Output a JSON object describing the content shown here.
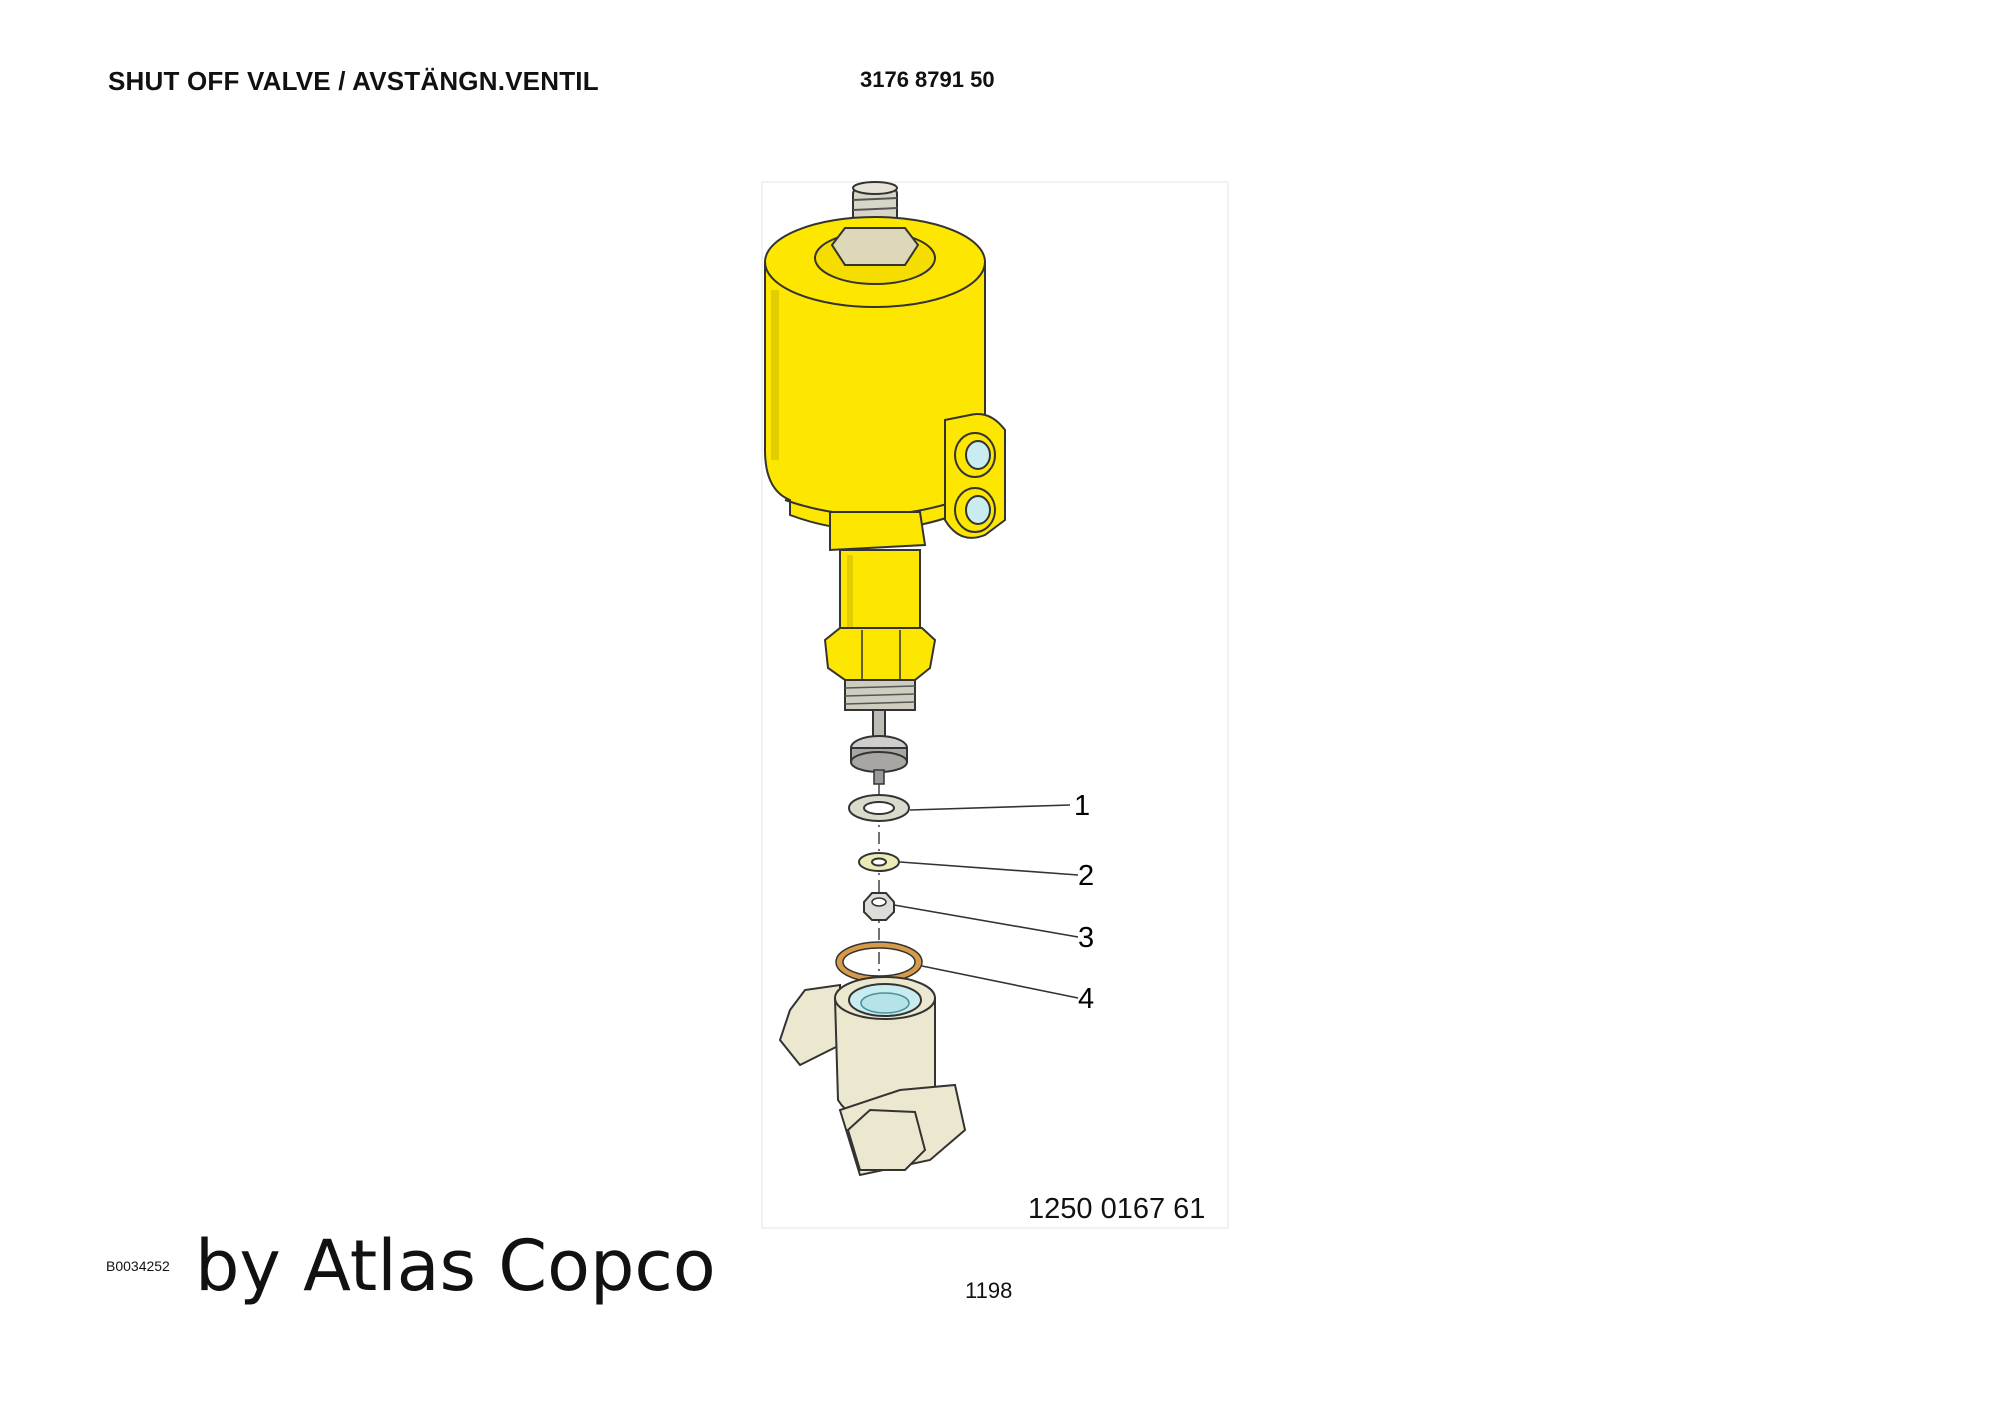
{
  "header": {
    "title": "SHUT OFF VALVE / AVSTÄNGN.VENTIL",
    "document_number": "3176 8791 50"
  },
  "figure": {
    "callouts": [
      "1",
      "2",
      "3",
      "4"
    ],
    "part_number": "1250 0167 61",
    "colors": {
      "actuator": "#fde600",
      "body": "#ece8cf",
      "thread": "#c8ecef",
      "seal_ring": "#d79a49"
    }
  },
  "footer": {
    "image_code": "B0034252",
    "brand": "by Atlas Copco",
    "page_number": "1198"
  }
}
